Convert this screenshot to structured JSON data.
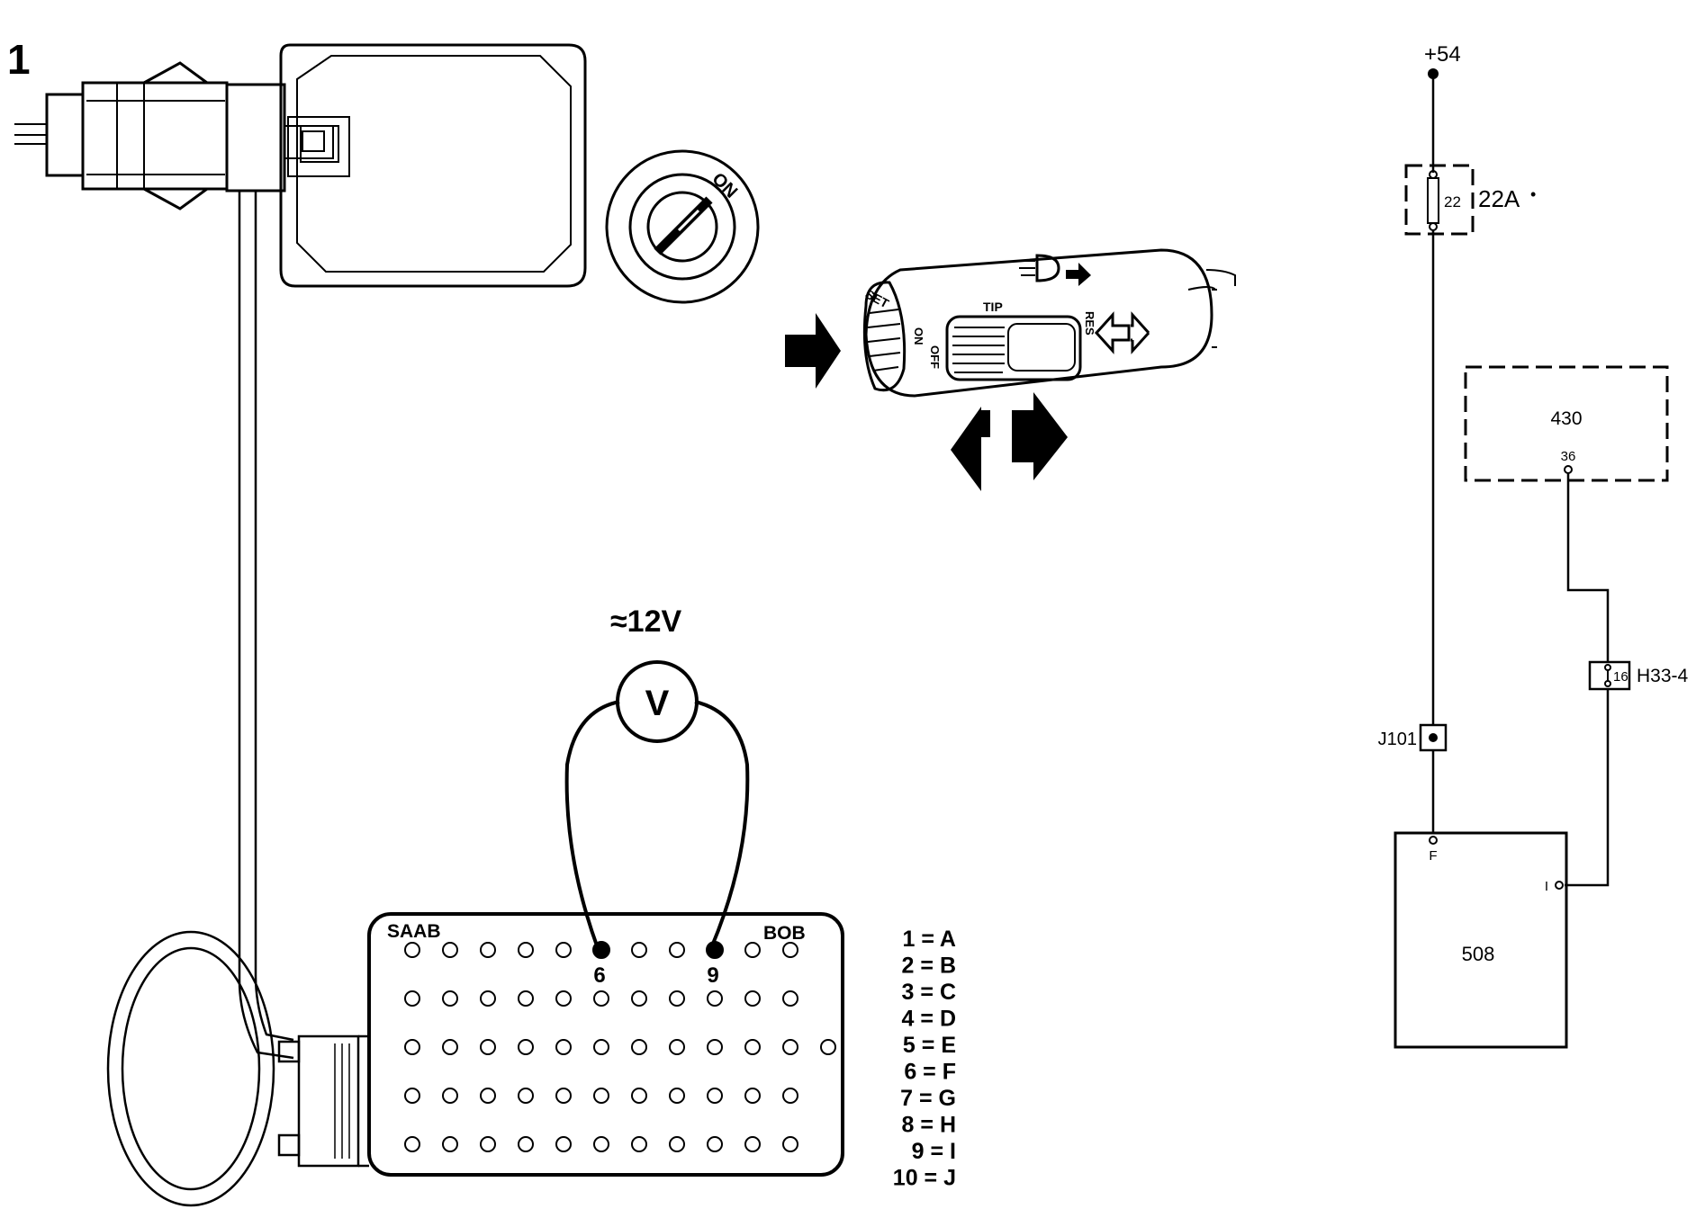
{
  "figure_number": "1",
  "ignition_switch": {
    "label": "ON"
  },
  "stalk": {
    "set_label": "SET",
    "on_label": "ON",
    "off_label": "OFF",
    "tip_label": "TIP",
    "res_label": "RES"
  },
  "voltmeter": {
    "reading": "≈12V",
    "symbol": "V"
  },
  "breakout_box": {
    "left_label": "SAAB",
    "right_label": "BOB",
    "probe_pins": [
      "6",
      "9"
    ],
    "row_hole_counts": [
      11,
      11,
      12,
      11,
      11
    ]
  },
  "pin_legend": [
    "1 = A",
    "2 = B",
    "3 = C",
    "4 = D",
    "5 = E",
    "6 = F",
    "7 = G",
    "8 = H",
    "9 = I",
    "10 = J"
  ],
  "schematic": {
    "supply": "+54",
    "fuse_number": "22",
    "fuse_label": "22A",
    "fuse_note": "•",
    "unit_430": "430",
    "pin_36": "36",
    "connector_h33_pin": "16",
    "connector_h33": "H33-4",
    "junction": "J101",
    "unit_508": "508",
    "pin_f": "F",
    "pin_i": "I"
  },
  "colors": {
    "ink": "#000000",
    "paper": "#ffffff"
  }
}
